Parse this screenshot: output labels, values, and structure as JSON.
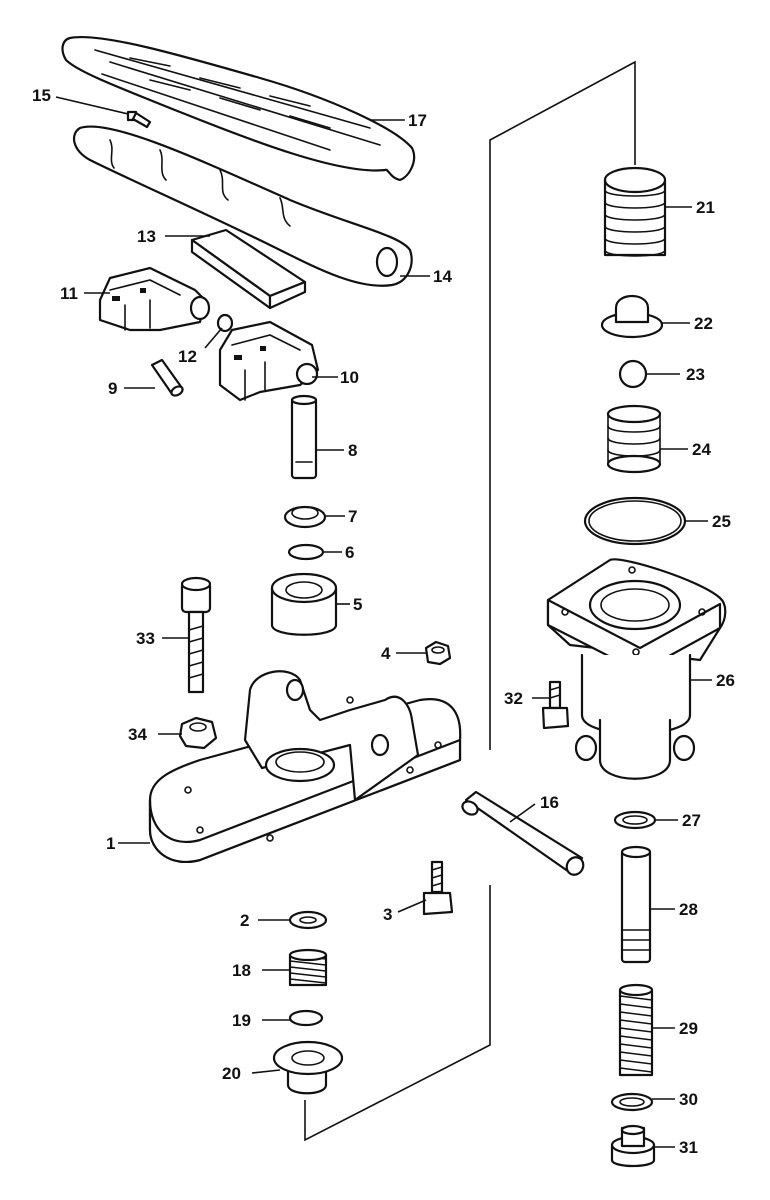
{
  "diagram": {
    "line_color": "#111111",
    "background": "#ffffff",
    "labels": {
      "p1": "1",
      "p2": "2",
      "p3": "3",
      "p4": "4",
      "p5": "5",
      "p6": "6",
      "p7": "7",
      "p8": "8",
      "p9": "9",
      "p10": "10",
      "p11": "11",
      "p12": "12",
      "p13": "13",
      "p14": "14",
      "p15": "15",
      "p16": "16",
      "p17": "17",
      "p18": "18",
      "p19": "19",
      "p20": "20",
      "p21": "21",
      "p22": "22",
      "p23": "23",
      "p24": "24",
      "p25": "25",
      "p26": "26",
      "p27": "27",
      "p28": "28",
      "p29": "29",
      "p30": "30",
      "p31": "31",
      "p32": "32",
      "p33": "33",
      "p34": "34"
    }
  }
}
